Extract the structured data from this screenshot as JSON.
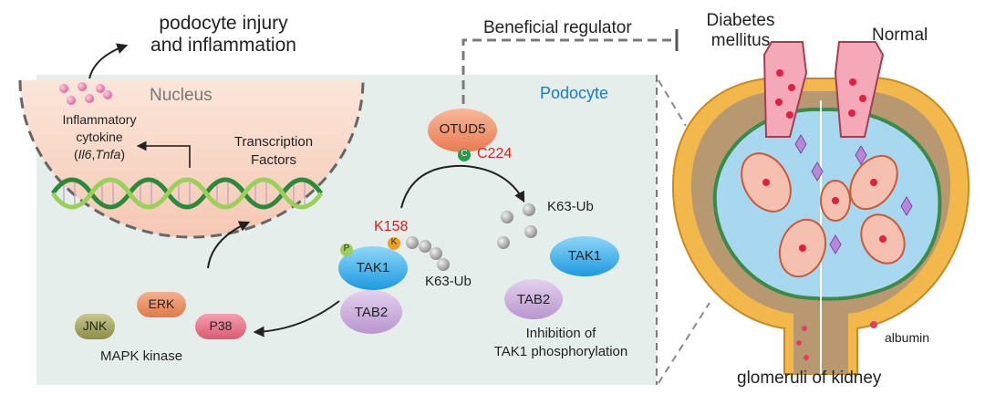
{
  "texts": {
    "injury_line1": "podocyte injury",
    "injury_line2": "and inflammation",
    "beneficial": "Beneficial regulator",
    "diabetes_line1": "Diabetes",
    "diabetes_line2": "mellitus",
    "normal": "Normal",
    "nucleus": "Nucleus",
    "podocyte": "Podocyte",
    "cytokine_line1": "Inflammatory",
    "cytokine_line2": "cytokine",
    "cytokine_open": "(",
    "cytokine_gene1": "Il6",
    "cytokine_sep": ",",
    "cytokine_gene2": "Tnfa",
    "cytokine_close": ")",
    "tf_line1": "Transcription",
    "tf_line2": "Factors",
    "otud5": "OTUD5",
    "c_badge": "C",
    "c224": "C224",
    "k158": "K158",
    "p_badge": "P",
    "k_badge": "K",
    "tak1_left": "TAK1",
    "tab2_left": "TAB2",
    "k63_left": "K63-Ub",
    "k63_right": "K63-Ub",
    "tak1_right": "TAK1",
    "tab2_right": "TAB2",
    "inhibit_line1": "Inhibition of",
    "inhibit_line2": "TAK1 phosphorylation",
    "jnk": "JNK",
    "erk": "ERK",
    "p38": "P38",
    "mapk": "MAPK kinase",
    "albumin": "albumin",
    "glomeruli": "glomeruli of kidney"
  },
  "colors": {
    "podocyte_bg": "#e8efed",
    "nucleus_fill": "#f8d8c8",
    "otud5": "#f08860",
    "tak1": "#2aa8e8",
    "tab2": "#c8a8d8",
    "red_label": "#e0201c",
    "podocyte_label": "#1a7ac8",
    "c_badge": "#2a9a4a",
    "k_badge": "#f0a020",
    "p_badge": "#98c850",
    "jnk": "#9a9a50",
    "erk": "#e88858",
    "p38": "#e06878",
    "kidney_outer": "#f0b848",
    "kidney_inner": "#b89870",
    "capillary_blue": "#a8d8f0",
    "mesangium_green": "#4a9a58",
    "cytokine_pink": "#e870a0"
  }
}
